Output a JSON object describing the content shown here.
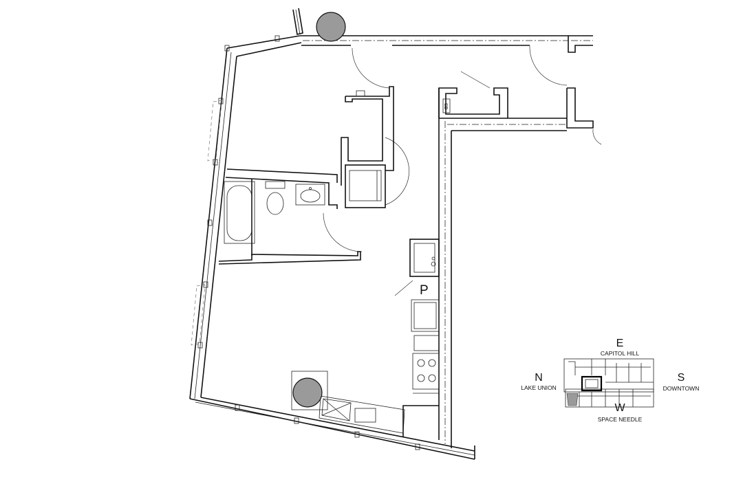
{
  "plan": {
    "unit_labels": {
      "pantry": "P",
      "stair_note": "SB"
    }
  },
  "key_plan": {
    "north": {
      "letter": "N",
      "label": "LAKE UNION"
    },
    "east": {
      "letter": "E",
      "label": "CAPITOL HILL"
    },
    "south": {
      "letter": "S",
      "label": "DOWNTOWN"
    },
    "west": {
      "letter": "W",
      "label": "SPACE NEEDLE"
    }
  }
}
